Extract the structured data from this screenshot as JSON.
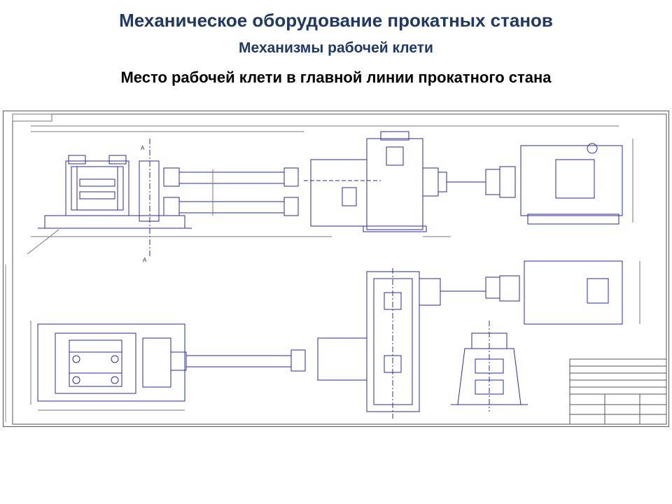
{
  "header": {
    "title": "Механическое оборудование прокатных станов",
    "subtitle": "Механизмы рабочей клети",
    "heading": "Место рабочей клети в главной линии прокатного стана"
  },
  "drawing": {
    "line_color": "#2b2b9e",
    "section_label": "А"
  }
}
